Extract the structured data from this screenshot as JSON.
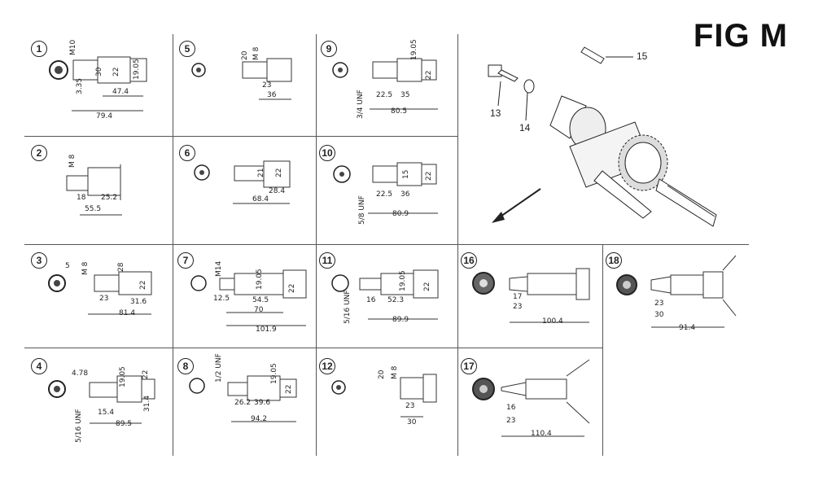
{
  "title": "FIG M",
  "callouts": {
    "c13": "13",
    "c14": "14",
    "c15": "15"
  },
  "cells": [
    {
      "id": "1",
      "labels": {
        "a": "M10",
        "b": "30",
        "c": "22",
        "d": "19.05",
        "e": "47.4",
        "f": "79.4",
        "g": "3.35"
      }
    },
    {
      "id": "2",
      "labels": {
        "a": "M 8",
        "b": "18",
        "c": "25.2",
        "d": "55.5"
      }
    },
    {
      "id": "3",
      "labels": {
        "a": "5",
        "b": "M 8",
        "c": "28",
        "d": "22",
        "e": "23",
        "f": "31.6",
        "g": "81.4"
      }
    },
    {
      "id": "4",
      "labels": {
        "a": "4.78",
        "b": "19.05",
        "c": "22",
        "d": "31.4",
        "e": "15.4",
        "f": "89.5",
        "g": "5/16 UNF"
      }
    },
    {
      "id": "5",
      "labels": {
        "a": "20",
        "b": "M 8",
        "c": "23",
        "d": "36"
      }
    },
    {
      "id": "6",
      "labels": {
        "a": "22",
        "b": "21",
        "c": "28.4",
        "d": "68.4"
      }
    },
    {
      "id": "7",
      "labels": {
        "a": "M14",
        "b": "12.5",
        "c": "54.5",
        "d": "70",
        "e": "101.9",
        "f": "22",
        "g": "19.05"
      }
    },
    {
      "id": "8",
      "labels": {
        "a": "1/2 UNF",
        "b": "19.05",
        "c": "22",
        "d": "26.2",
        "e": "39.6",
        "f": "94.2"
      }
    },
    {
      "id": "9",
      "labels": {
        "a": "19.05",
        "b": "22",
        "c": "22.5",
        "d": "35",
        "e": "80.5",
        "f": "3/4 UNF"
      }
    },
    {
      "id": "10",
      "labels": {
        "a": "15",
        "b": "22",
        "c": "22.5",
        "d": "36",
        "e": "80.9",
        "f": "5/8 UNF"
      }
    },
    {
      "id": "11",
      "labels": {
        "a": "5/16 UNF",
        "b": "16",
        "c": "52.3",
        "d": "19.05",
        "e": "22",
        "f": "89.9"
      }
    },
    {
      "id": "12",
      "labels": {
        "a": "20",
        "b": "M 8",
        "c": "23",
        "d": "30"
      }
    },
    {
      "id": "16",
      "labels": {
        "a": "17",
        "b": "23",
        "c": "100.4"
      }
    },
    {
      "id": "17",
      "labels": {
        "a": "16",
        "b": "23",
        "c": "110.4"
      }
    },
    {
      "id": "18",
      "labels": {
        "a": "23",
        "b": "30",
        "c": "91.4"
      }
    }
  ]
}
